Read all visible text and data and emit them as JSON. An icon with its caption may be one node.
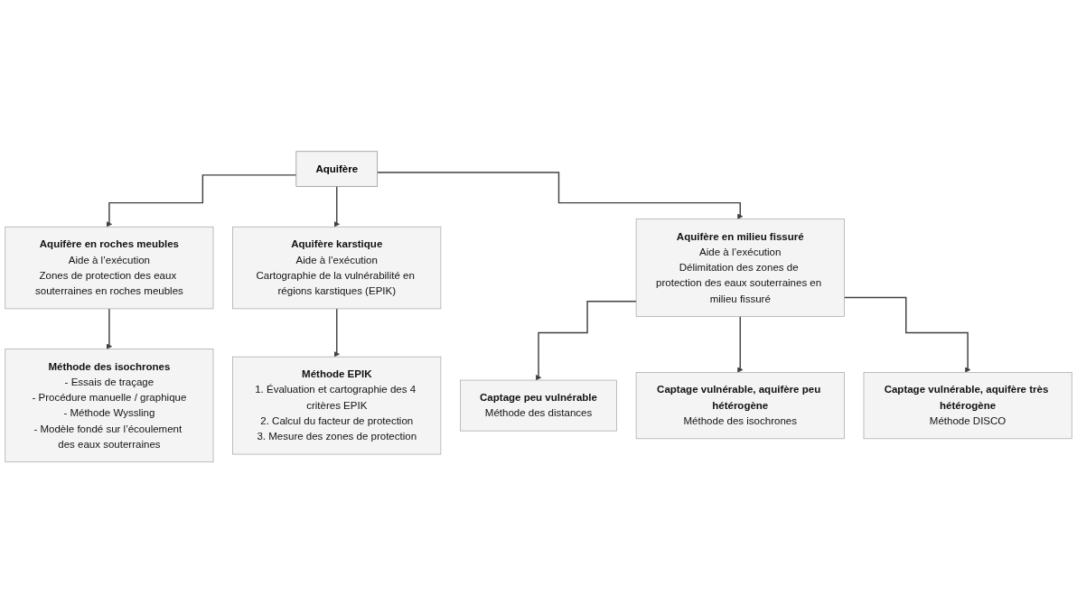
{
  "diagram": {
    "nodes": [
      {
        "text": [
          "Aquifère"
        ]
      },
      {
        "text": [
          "Aquifère en roches meubles",
          "Aide à l’exécution",
          "Zones de protection des eaux souterraines en roches meubles"
        ]
      },
      {
        "text": [
          "Aquifère karstique",
          "Aide à l’exécution",
          "Cartographie de la vulnérabilité en régions karstiques (EPIK)"
        ]
      },
      {
        "text": [
          "Aquifère en milieu fissuré",
          "Aide à l’exécution",
          "Délimitation des zones de protection des eaux souterraines en milieu fissuré"
        ]
      },
      {
        "text": [
          "Méthode des isochrones",
          "- Essais de traçage",
          "- Procédure manuelle / graphique",
          "- Méthode Wyssling",
          "- Modèle fondé sur l’écoulement des eaux souterraines"
        ]
      },
      {
        "text": [
          "Méthode EPIK",
          "1. Évaluation et cartographie des 4 critères EPIK",
          "2. Calcul du facteur de protection",
          "3. Mesure des zones de protection"
        ]
      },
      {
        "text": [
          "Captage peu vulnérable",
          "Méthode des distances"
        ]
      },
      {
        "text": [
          "Captage vulnérable, aquifère peu hétérogène",
          "Méthode des isochrones"
        ]
      },
      {
        "text": [
          "Captage vulnérable, aquifère très hétérogène",
          "Méthode DISCO"
        ]
      }
    ],
    "edges": [
      {
        "from": 0,
        "to": 1,
        "arrow": "to"
      },
      {
        "from": 0,
        "to": 2,
        "arrow": "to"
      },
      {
        "from": 0,
        "to": 3,
        "arrow": "to"
      },
      {
        "from": 1,
        "to": 4,
        "arrow": "to"
      },
      {
        "from": 2,
        "to": 5,
        "arrow": "to"
      },
      {
        "from": 3,
        "to": 6,
        "arrow": "to"
      },
      {
        "from": 3,
        "to": 7,
        "arrow": "to"
      },
      {
        "from": 3,
        "to": 8,
        "arrow": "to"
      }
    ]
  }
}
